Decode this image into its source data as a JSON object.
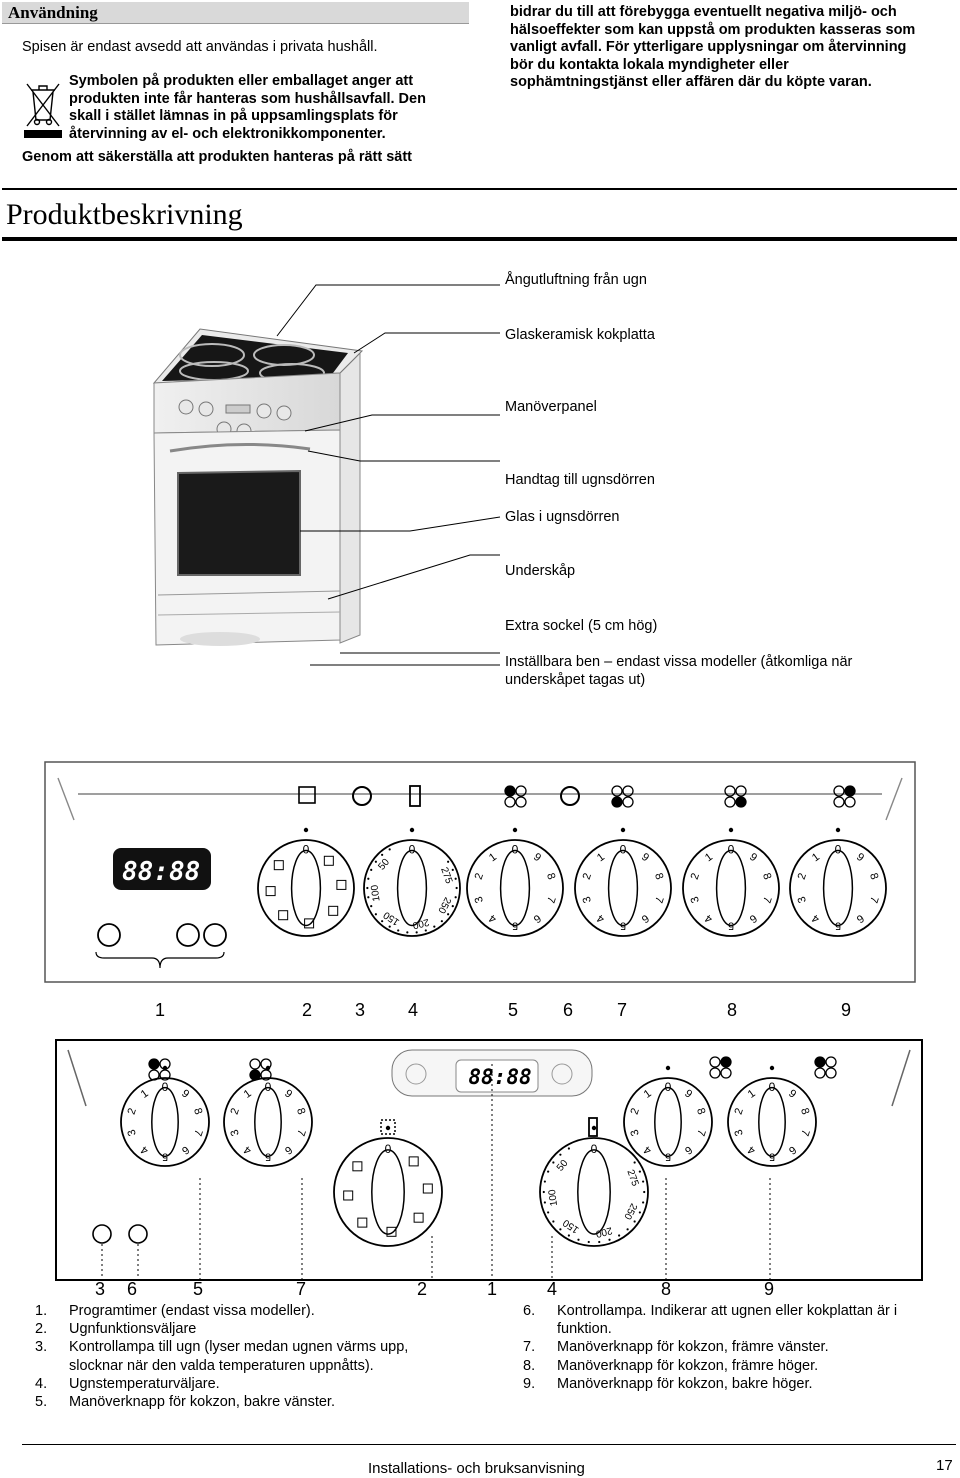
{
  "usage": {
    "heading": "Användning",
    "private_use": "Spisen är endast avsedd att användas i privata hushåll.",
    "symbol_lines": [
      "Symbolen på produkten eller emballaget anger att",
      "produkten inte får hanteras som hushållsavfall. Den",
      "skall i stället lämnas in på uppsamlingsplats för",
      "återvinning av el- och elektronikkomponenter."
    ],
    "line5": "Genom att säkerställa att produkten hanteras på rätt sätt",
    "right_lines": [
      "bidrar du till att förebygga eventuellt negativa miljö- och",
      "hälsoeffekter som kan uppstå om produkten kasseras som",
      "vanligt avfall. För ytterligare upplysningar om återvinning",
      "bör du kontakta lokala myndigheter eller",
      "sophämtningstjänst eller affären där du köpte varan."
    ]
  },
  "product": {
    "heading": "Produktbeskrivning",
    "labels": [
      "Ångutluftning från ugn",
      "Glaskeramisk kokplatta",
      "Manöverpanel",
      "Handtag till ugnsdörren",
      "Glas i ugnsdörren",
      "Underskåp",
      "Extra sockel (5 cm hög)"
    ],
    "label_legs": [
      "Inställbara ben – endast vissa modeller (åtkomliga när",
      "underskåpet tagas ut)"
    ]
  },
  "panel1": {
    "display": "88:88",
    "numbers": [
      "1",
      "2",
      "3",
      "4",
      "5",
      "6",
      "7",
      "8",
      "9"
    ]
  },
  "panel2": {
    "display": "88:88",
    "numbers": [
      "3",
      "6",
      "5",
      "7",
      "2",
      "1",
      "4",
      "8",
      "9"
    ]
  },
  "dial": {
    "zero": "0",
    "hob_digits": [
      "1",
      "2",
      "3",
      "4",
      "5",
      "6",
      "7",
      "8",
      "9"
    ],
    "temps": [
      "50",
      "100",
      "150",
      "200",
      "250",
      "275"
    ]
  },
  "legend_left": [
    {
      "n": "1.",
      "t": [
        "Programtimer (endast vissa modeller)."
      ]
    },
    {
      "n": "2.",
      "t": [
        "Ugnfunktionsväljare"
      ]
    },
    {
      "n": "3.",
      "t": [
        "Kontrollampa till ugn (lyser medan ugnen värms upp,",
        "slocknar när den valda temperaturen uppnåtts)."
      ]
    },
    {
      "n": "4.",
      "t": [
        "Ugnstemperaturväljare."
      ]
    },
    {
      "n": "5.",
      "t": [
        "Manöverknapp för kokzon, bakre vänster."
      ]
    }
  ],
  "legend_right": [
    {
      "n": "6.",
      "t": [
        "Kontrollampa. Indikerar att ugnen eller kokplattan är i",
        "funktion."
      ]
    },
    {
      "n": "7.",
      "t": [
        "Manöverknapp för kokzon, främre vänster."
      ]
    },
    {
      "n": "8.",
      "t": [
        "Manöverknapp för kokzon, främre höger."
      ]
    },
    {
      "n": "9.",
      "t": [
        "Manöverknapp för kokzon, bakre höger."
      ]
    }
  ],
  "footer": {
    "title": "Installations- och bruksanvisning",
    "page": "17"
  }
}
